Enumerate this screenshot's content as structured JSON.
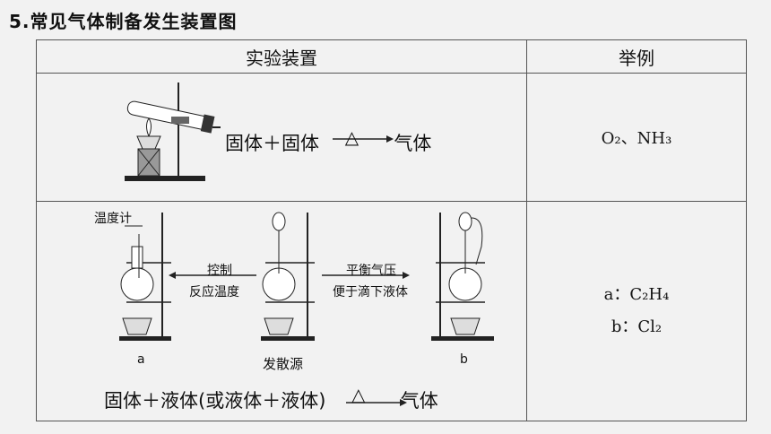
{
  "title": "5.常见气体制备发生装置图",
  "table": {
    "header_apparatus": "实验装置",
    "header_example": "举例",
    "row1": {
      "equation_left": "固体＋固体",
      "condition": "△",
      "equation_right": "气体",
      "examples": "O₂、NH₃"
    },
    "row2": {
      "thermometer_label": "温度计",
      "control_label_1": "控制",
      "control_label_2": "反应温度",
      "balance_label_1": "平衡气压",
      "balance_label_2": "便于滴下液体",
      "label_a": "a",
      "label_b": "b",
      "center_label": "发散源",
      "equation_left": "固体＋液体(或液体＋液体)",
      "condition": "△",
      "equation_right": "气体",
      "example_a": "a：C₂H₄",
      "example_b": "b：Cl₂"
    }
  }
}
